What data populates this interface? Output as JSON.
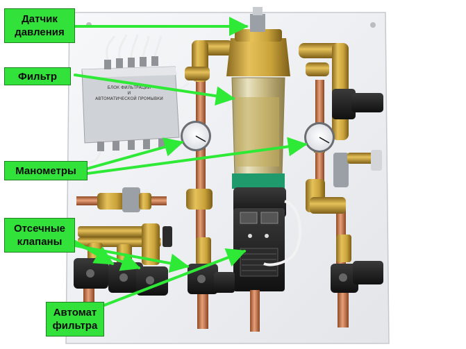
{
  "callouts": {
    "pressure_sensor": "Датчик давления",
    "filter": "Фильтр",
    "gauges": "Манометры",
    "shutoff_valves": "Отсечные клапаны",
    "filter_controller": "Автомат фильтра"
  },
  "control_box_text": {
    "line1": "БЛОК ФИЛЬТРАЦИИ",
    "line2": "И",
    "line3": "АВТОМАТИЧЕСКОЙ ПРОМЫВКИ"
  },
  "colors": {
    "callout_fill": "#33e13b",
    "arrow": "#2ee936",
    "brass": "#c9a23a",
    "copper": "#c7794a",
    "panel": "#f3f4f6"
  }
}
